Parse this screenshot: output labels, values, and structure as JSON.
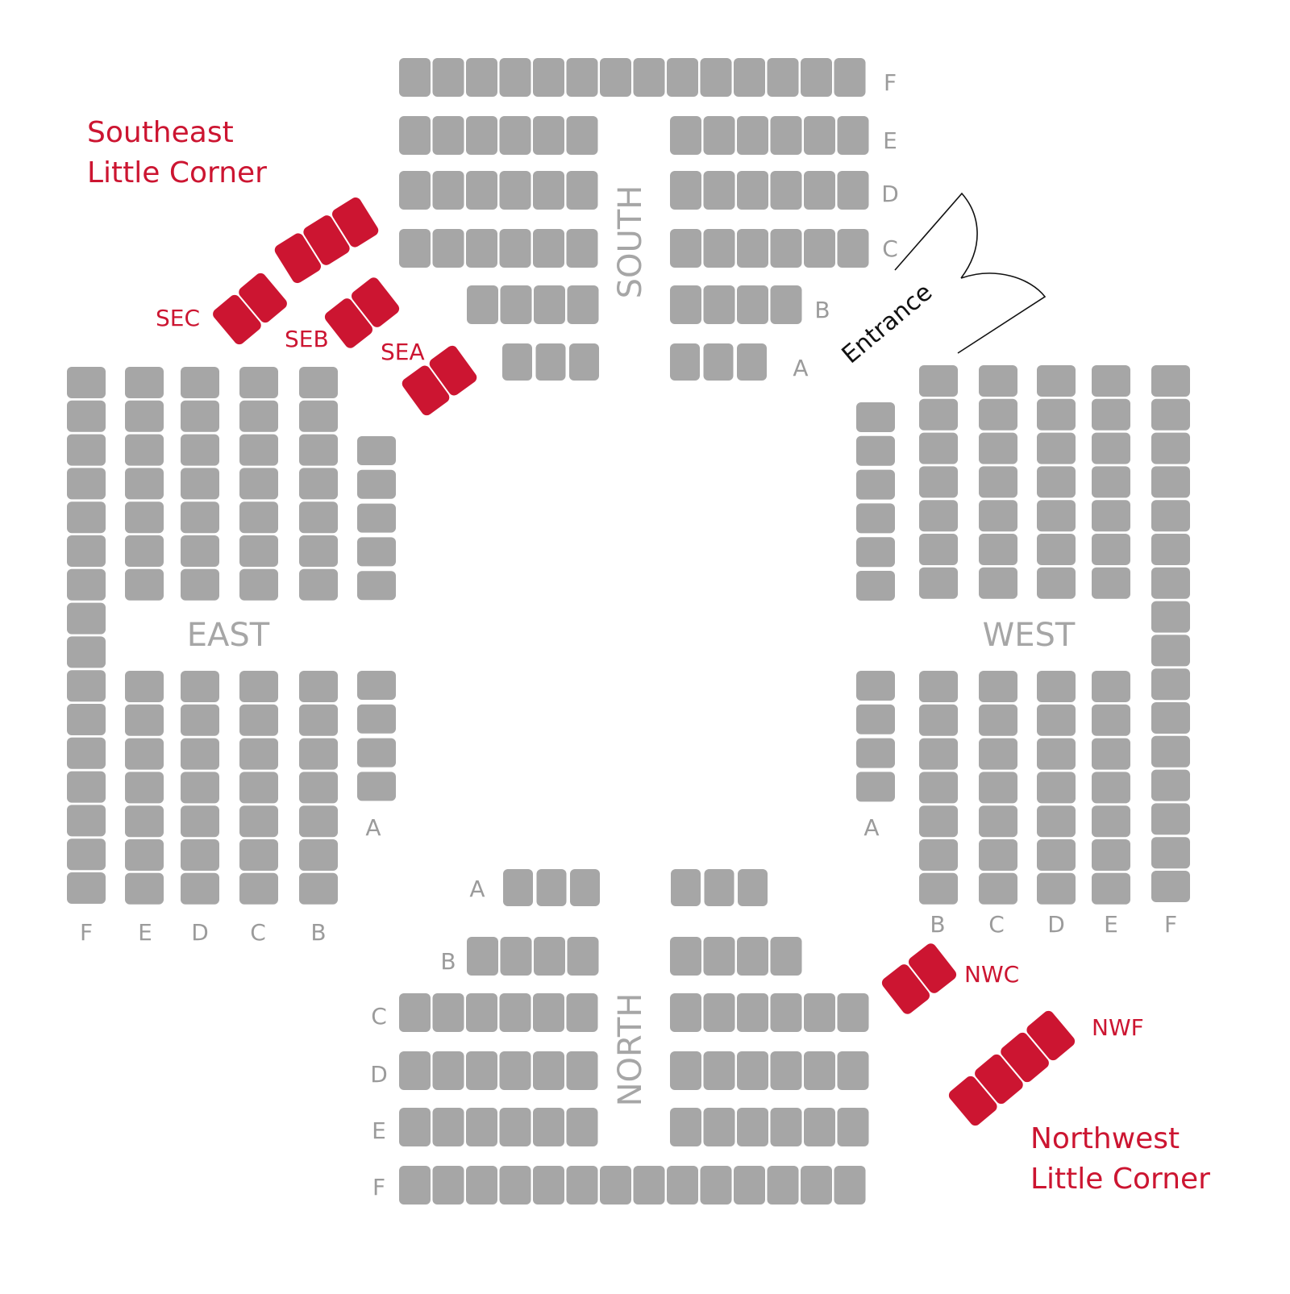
{
  "sections": {
    "south": "SOUTH",
    "north": "NORTH",
    "east": "EAST",
    "west": "WEST"
  },
  "rows": {
    "south": [
      "F",
      "E",
      "D",
      "C",
      "B",
      "A"
    ],
    "north": [
      "A",
      "B",
      "C",
      "D",
      "E",
      "F"
    ],
    "east": [
      "F",
      "E",
      "D",
      "C",
      "B",
      "A"
    ],
    "west": [
      "A",
      "B",
      "C",
      "D",
      "E",
      "F"
    ]
  },
  "corners": {
    "southeast": {
      "title_line1": "Southeast",
      "title_line2": "Little Corner",
      "rows": [
        "SEC",
        "SEB",
        "SEA"
      ]
    },
    "northwest": {
      "title_line1": "Northwest",
      "title_line2": "Little Corner",
      "rows": [
        "NWC",
        "NWF"
      ]
    }
  },
  "entrance": "Entrance",
  "colors": {
    "seat": "#a6a6a6",
    "corner_seat": "#cc1531",
    "row_label": "#9b9b9b",
    "corner_text": "#cc1531",
    "entrance_text": "#111111"
  }
}
